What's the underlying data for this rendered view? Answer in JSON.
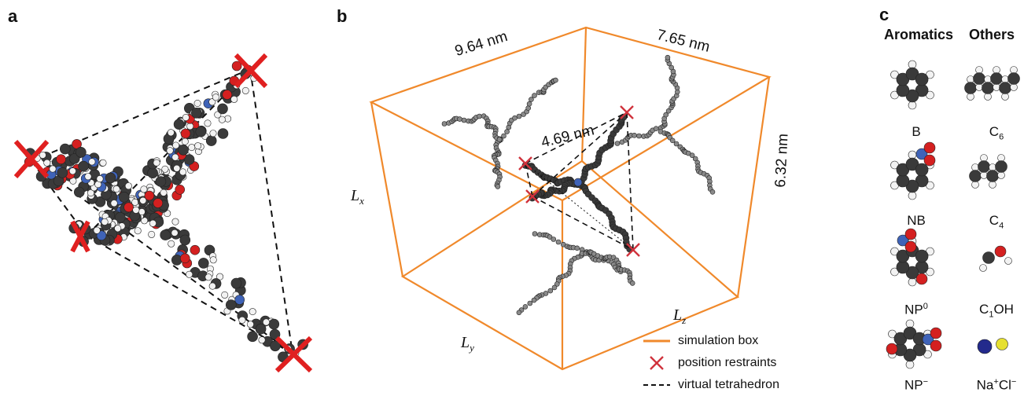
{
  "panels": {
    "a": {
      "letter": "a"
    },
    "b": {
      "letter": "b"
    },
    "c": {
      "letter": "c"
    }
  },
  "box": {
    "dim_lx_side": "9.64 nm",
    "dim_lz_side": "7.65 nm",
    "dim_vertical": "6.32 nm",
    "tetra_edge": "4.69 nm",
    "axis_x": "L",
    "axis_x_sub": "x",
    "axis_y": "L",
    "axis_y_sub": "y",
    "axis_z": "L",
    "axis_z_sub": "z"
  },
  "legend": {
    "items": [
      {
        "label": "simulation box",
        "color": "#f0892b"
      },
      {
        "label": "position restraints",
        "color": "#d0323c"
      },
      {
        "label": "virtual tetrahedron",
        "color": "#111111"
      }
    ]
  },
  "columns": {
    "aromatics": "Aromatics",
    "others": "Others"
  },
  "molecules": {
    "b": "B",
    "c6_main": "C",
    "c6_sub": "6",
    "nb": "NB",
    "c4_main": "C",
    "c4_sub": "4",
    "np0_main": "NP",
    "np0_sup": "0",
    "c1oh_main": "C",
    "c1oh_sub": "1",
    "c1oh_tail": "OH",
    "npm_main": "NP",
    "npm_sup": "−",
    "nacl_na": "Na",
    "nacl_na_sup": "+",
    "nacl_cl": "Cl",
    "nacl_cl_sup": "−"
  },
  "colors": {
    "carbon": "#3a3a3a",
    "hydrogen": "#f2f2f2",
    "oxygen": "#d42020",
    "nitrogen": "#3f63b8",
    "box_orange": "#f0892b",
    "restraint_red": "#d0323c",
    "sodium": "#232a8c",
    "chloride": "#e6e030"
  }
}
